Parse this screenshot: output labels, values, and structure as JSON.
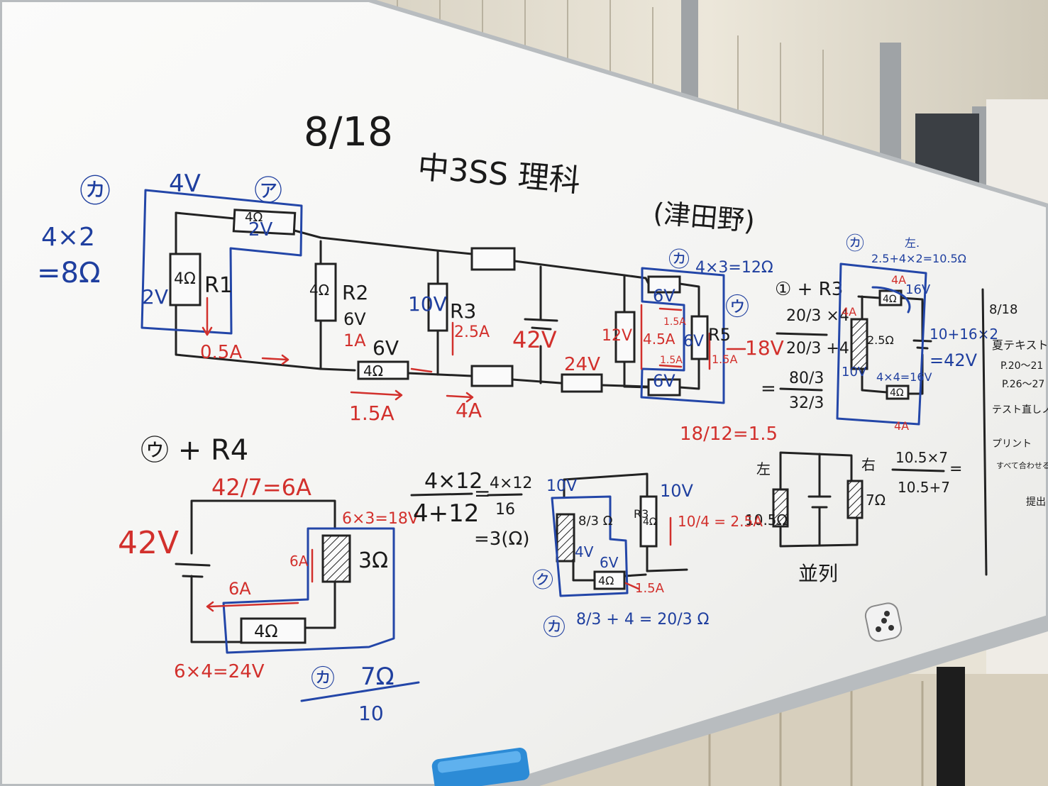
{
  "colors": {
    "ink_black": "#1a1a1a",
    "ink_blue": "#1f3f9f",
    "ink_red": "#d2302c",
    "board": "#f7f7f5"
  },
  "header": {
    "date": "8/18",
    "title": "中3SS 理科",
    "teacher": "(津田野)"
  },
  "circuit_main": {
    "label_ka": "㋕",
    "top_voltage": "4V",
    "label_a": "㋐",
    "resistance_calc": "4×2",
    "resistance_result": "=8Ω",
    "r1_label": "R1",
    "r1_value": "4Ω",
    "r1_voltage": "2V",
    "top_res_value": "4Ω",
    "top_res_voltage": "2V",
    "current_05": "0.5A",
    "r2_label": "R2",
    "r2_value": "4Ω",
    "r2_voltage": "6V",
    "r2_current": "1A",
    "series_voltage": "6V",
    "series_res": "4Ω",
    "current_15": "1.5A",
    "r3_label": "R3",
    "r3_voltage": "10V",
    "r3_current": "2.5A",
    "current_4": "4A",
    "battery_voltage": "42V",
    "res24_voltage": "24V",
    "bridge_label": "㋕",
    "bridge_calc": "4×3=12Ω",
    "bridge_top_v": "6V",
    "bridge_bottom_v": "6V",
    "bridge_current_top": "1.5A",
    "bridge_current_bottom": "1.5A",
    "left_voltage": "12V",
    "left_current": "4.5A",
    "r5_label": "R5",
    "r5_voltage": "6V",
    "r5_current": "1.5A",
    "label_u": "㋒",
    "out_voltage": "18V",
    "ratio": "18/12=1.5"
  },
  "calc_r3": {
    "heading": "① + R3",
    "num": "20/3 ×4",
    "den": "20/3 +4",
    "eq1": "=",
    "r1": "80/3",
    "r2": "32/3"
  },
  "circuit_right": {
    "label": "㋕",
    "left_label": "左.",
    "calc": "2.5+4×2=10.5Ω",
    "current_top": "4A",
    "top_voltage": "16V",
    "top_res": "4Ω",
    "mid_res": "2.5Ω",
    "side_current": "4A",
    "side_voltage": "10V",
    "bottom_calc": "4×4=16V",
    "bottom_res": "4Ω",
    "bottom_current": "4A",
    "emf_calc": "10+16×2",
    "emf_result": "=42V"
  },
  "parallel": {
    "left_label": "左",
    "right_label": "右",
    "left_value": "10.5Ω",
    "right_value": "7Ω",
    "caption": "並列",
    "formula_num": "10.5×7",
    "formula_den": "10.5+7",
    "formula_eq": "="
  },
  "circuit_u": {
    "heading": "㋒ + R4",
    "current_calc": "42/7=6A",
    "battery_voltage": "42V",
    "vol_calc": "6×3=18V",
    "r_value": "3Ω",
    "current_6a": "6A",
    "side_current": "6A",
    "bottom_res": "4Ω",
    "bottom_calc": "6×4=24V",
    "total_label": "㋕",
    "total_value": "7Ω",
    "denominator": "10"
  },
  "calc_parallel": {
    "num": "4×12",
    "den": "4+12",
    "eq": "=",
    "num2": "4×12",
    "den2": "16",
    "result": "=3(Ω)"
  },
  "circuit_small": {
    "top_voltage": "10V",
    "res_frac": "8/3 Ω",
    "res_voltage": "4V",
    "res_bottom_v": "6V",
    "bottom_res": "4Ω",
    "r_label": "R3",
    "r_value": "4Ω",
    "right_voltage": "10V",
    "right_calc": "10/4 = 2.5A",
    "current": "1.5A",
    "label_ku": "㋗",
    "label_ka": "㋕",
    "sum_calc": "8/3 + 4 = 20/3 Ω"
  },
  "side_notes": {
    "date": "8/18",
    "item1": "夏テキスト",
    "item1a": "P.20〜21",
    "item1b": "P.26〜27",
    "item2": "テスト直しノート",
    "item3": "プリント",
    "item3a": "すべて合わせる",
    "item3b": "提出"
  },
  "scene": {
    "timer_label": "timer",
    "eraser_label": "eraser"
  }
}
